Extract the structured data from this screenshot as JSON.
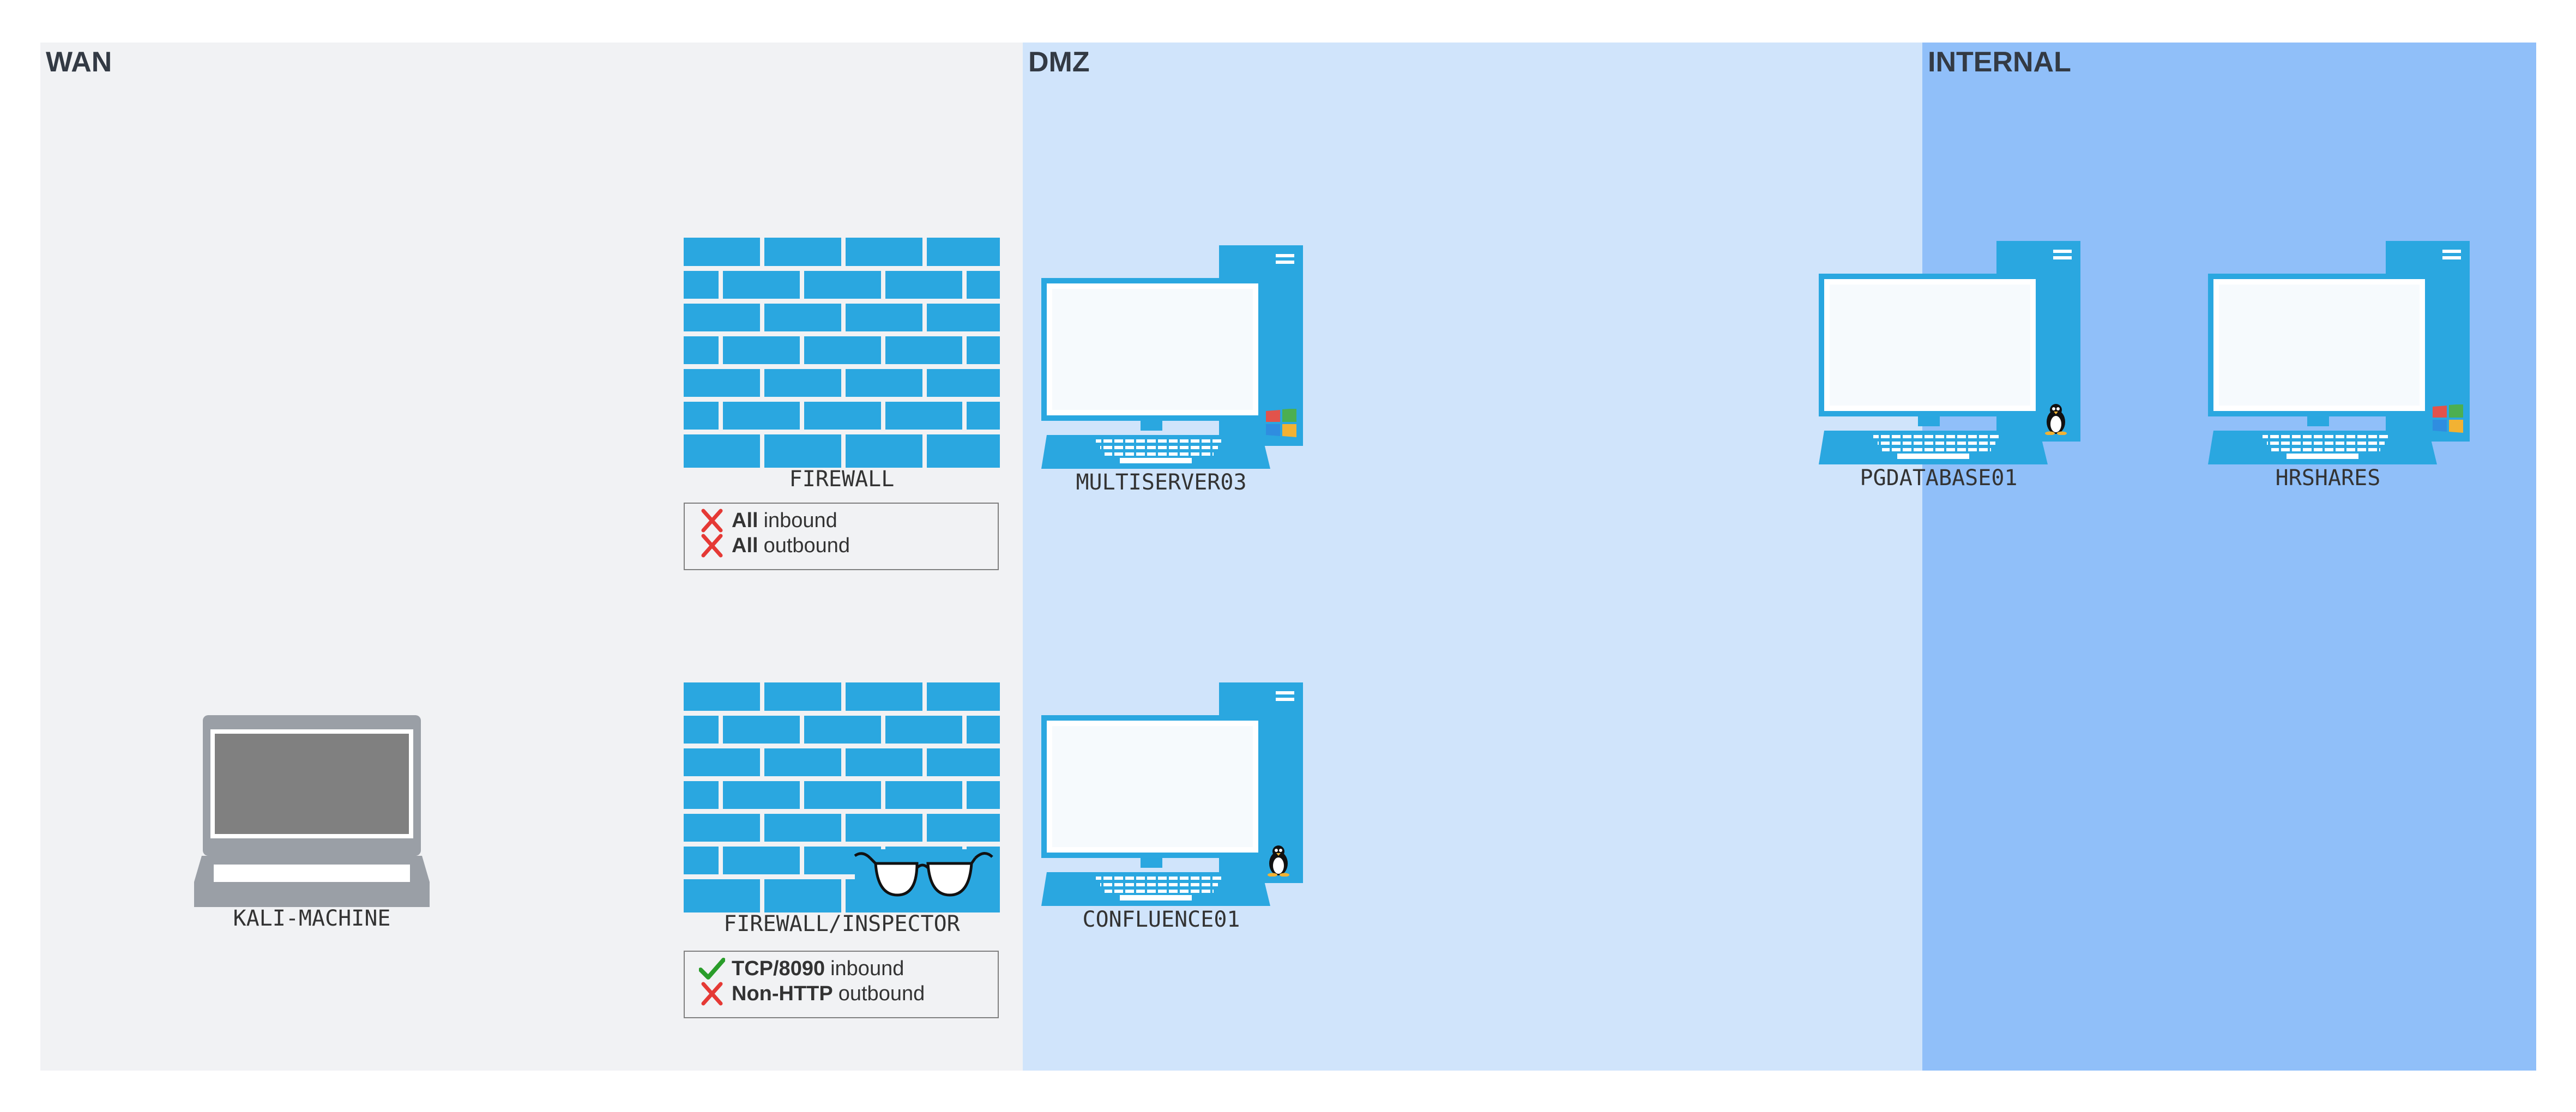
{
  "zones": {
    "wan": "WAN",
    "dmz": "DMZ",
    "internal": "INTERNAL"
  },
  "nodes": {
    "kali": "KALI-MACHINE",
    "firewall": "FIREWALL",
    "inspector": "FIREWALL/INSPECTOR",
    "multiserver": "MULTISERVER03",
    "confluence": "CONFLUENCE01",
    "pgdatabase": "PGDATABASE01",
    "hrshares": "HRSHARES"
  },
  "firewall_rules": [
    {
      "bold": "All",
      "text": "inbound",
      "allowed": false
    },
    {
      "bold": "All",
      "text": "outbound",
      "allowed": false
    }
  ],
  "inspector_rules": [
    {
      "bold": "TCP/8090",
      "text": "inbound",
      "allowed": true
    },
    {
      "bold": "Non-HTTP",
      "text": "outbound",
      "allowed": false
    }
  ],
  "icons": {
    "laptop": "laptop-icon",
    "firewall": "brick-wall-icon",
    "inspector": "glasses-icon",
    "server": "desktop-computer-icon",
    "windows": "windows-logo-icon",
    "linux": "linux-penguin-icon",
    "allow": "check-icon",
    "deny": "cross-icon"
  },
  "colors": {
    "wan": "#f1f2f4",
    "dmz": "#d0e4fb",
    "internal": "#90bff9",
    "device": "#2aa7e0",
    "laptop": "#9a9fa6",
    "allow": "#2a9d2a",
    "deny": "#e53935"
  }
}
